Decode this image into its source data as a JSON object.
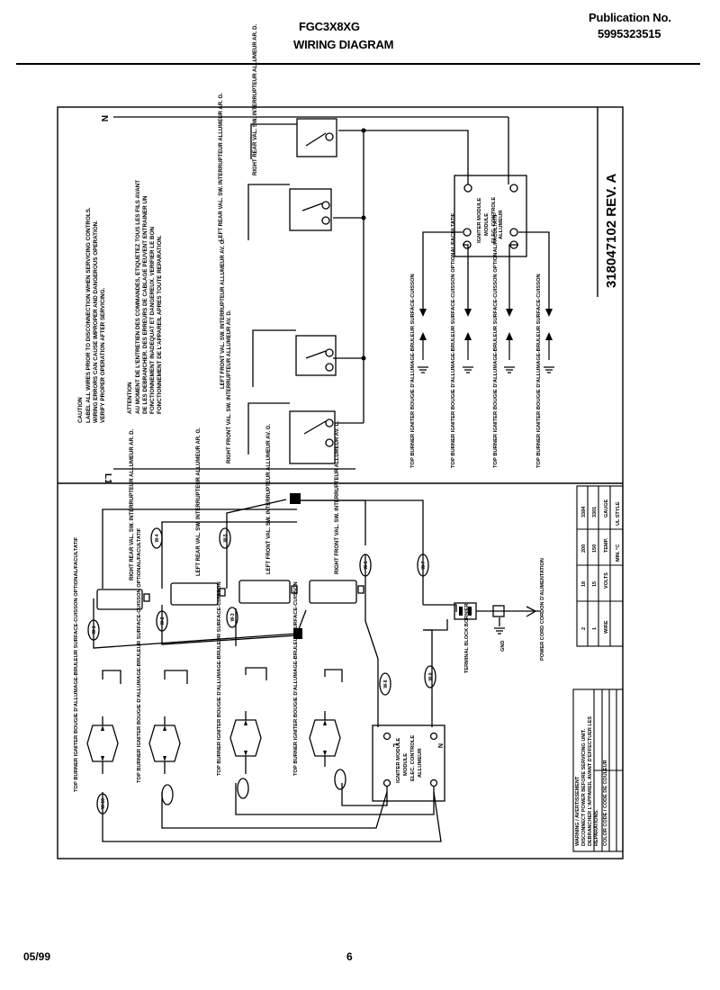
{
  "header": {
    "model": "FGC3X8XG",
    "title": "WIRING DIAGRAM",
    "publication_label": "Publication No.",
    "publication_number": "5995323515"
  },
  "footer": {
    "date": "05/99",
    "page": "6"
  },
  "schematic": {
    "part_number": "318047102 REV. A",
    "terminal_l1": "L1",
    "terminal_n": "N",
    "caution": [
      "CAUTION",
      "LABEL ALL WIRES PRIOR TO DISCONNECTION WHEN SERVICING CONTROLS.",
      "WIRING ERRORS CAN CAUSE IMPROPER AND DANGEROUS OPERATION.",
      "VERIFY PROPER OPERATION AFTER SERVICING."
    ],
    "attention": [
      "ATTENTION",
      "AU MOMENT DE L'ENTRETIEN DES COMMANDES, ETIQUETEZ TOUS LES FILS AVANT",
      "DE LES DEBRANCHER. DES ERREURS DE CABLAGE PEUVENT ENTRAINER UN",
      "FONCTIONNEMENT INADEQUAT ET DANGEREUX. VERIFIER LE BON",
      "FONCTIONNEMENT DE L'APPAREIL APRES TOUTE REPARATION."
    ],
    "switches": [
      "RIGHT REAR VAL. SW. INTERRUPTEUR ALLUMEUR AR. D.",
      "LEFT REAR VAL. SW. INTERRUPTEUR ALLUMEUR AR. G.",
      "LEFT FRONT VAL. SW. INTERRUPTEUR ALLUMEUR AV. G.",
      "RIGHT FRONT VAL. SW. INTERRUPTEUR ALLUMEUR AV. D."
    ],
    "module": [
      "IGNITER MODULE",
      "MODULE",
      "ELEC. CONTROLE",
      "ALLUMEUR"
    ],
    "igniters": [
      "TOP BURNER IGNITER BOUGIE D'ALLUMAGE-BRULEUR SURFACE-CUISSON",
      "TOP BURNER IGNITER BOUGIE D'ALLUMAGE-BRULEUR SURFACE-CUISSON OPTIONAL/FACULTATIF",
      "TOP BURNER IGNITER BOUGIE D'ALLUMAGE-BRULEUR SURFACE-CUISSON OPTIONAL/FACULTATIF",
      "TOP BURNER IGNITER BOUGIE D'ALLUMAGE-BRULEUR SURFACE-CUISSON"
    ]
  },
  "pictorial": {
    "switches": [
      "RIGHT REAR VAL. SW. INTERRUPTEUR ALLUMEUR AR. D.",
      "LEFT REAR VAL. SW. INTERRUPTEUR ALLUMEUR AR. G.",
      "LEFT FRONT VAL. SW. INTERRUPTEUR ALLUMEUR AV. G.",
      "RIGHT FRONT VAL. SW. INTERRUPTEUR ALLUMEUR AV. D."
    ],
    "igniters": [
      "TOP BURNER IGNITER BOUGIE D'ALLUMAGE-BRULEUR SURFACE-CUISSON OPTIONAL/FACULTATIF",
      "TOP BURNER IGNITER BOUGIE D'ALLUMAGE-BRULEUR SURFACE-CUISSON OPTIONAL/FACULTATIF",
      "TOP BURNER IGNITER BOUGIE D'ALLUMAGE-BRULEUR SURFACE-CUISSON",
      "TOP BURNER IGNITER BOUGIE D'ALLUMAGE-BRULEUR SURFACE-CUISSON"
    ],
    "module": [
      "IGNITER MODULE",
      "MODULE",
      "ELEC. CONTROLE",
      "ALLUMEUR"
    ],
    "module_terminals": {
      "l": "L",
      "n": "N"
    },
    "wire_labels": [
      "W-1",
      "W-2",
      "W-3",
      "W-4",
      "W-5",
      "W-6",
      "W-7",
      "W-8",
      "W-9",
      "W-10"
    ],
    "power_cord": "POWER CORD CORDON D'ALIMENTATION",
    "ground_label": "TERMINAL BLOCK BORNIER",
    "gnd": "GND"
  },
  "wire_table": {
    "headers": [
      "WIRE",
      "VOLTS",
      "TEMP.",
      "GAUGE"
    ],
    "rows": [
      [
        "1",
        "15",
        "150",
        "3301"
      ],
      [
        "2",
        "18",
        "200",
        "3384"
      ]
    ],
    "units_row": [
      "UL STYLE",
      "MIN. °C"
    ]
  },
  "warning_box": [
    "WARNING / AVERTISSEMENT",
    "DISCONNECT POWER BEFORE SERVICING UNIT.",
    "DEBRANCHER L'APPAREIL AVANT D'EFFECTUER LES",
    "REPARATIONS.",
    "COLOR CODE / CODE DE COULEUR"
  ]
}
